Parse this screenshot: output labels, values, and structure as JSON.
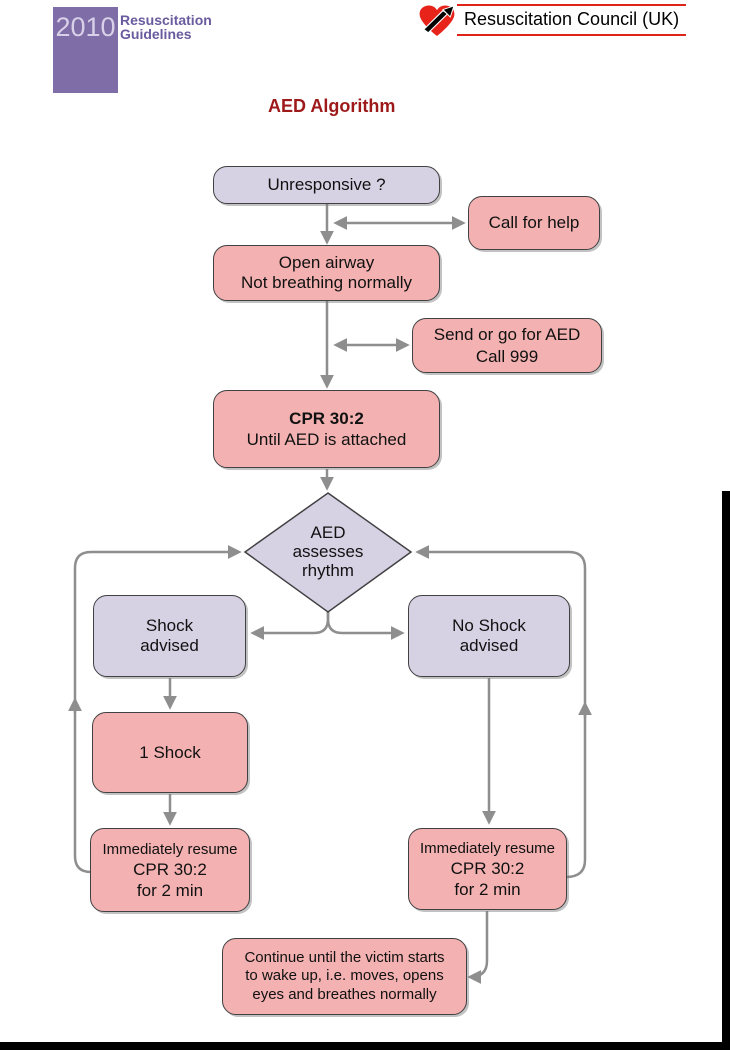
{
  "header": {
    "year": "2010",
    "guidelines_line1": "Resuscitation",
    "guidelines_line2": "Guidelines",
    "org_name": "Resuscitation Council (UK)"
  },
  "title": "AED Algorithm",
  "flowchart": {
    "unresponsive": "Unresponsive ?",
    "call_for_help": "Call for help",
    "open_airway_line1": "Open airway",
    "open_airway_line2": "Not breathing normally",
    "send_aed_line1": "Send or go for AED",
    "send_aed_line2": "Call 999",
    "cpr_line1": "CPR 30:2",
    "cpr_line2": "Until AED is attached",
    "assess_line1": "AED",
    "assess_line2": "assesses",
    "assess_line3": "rhythm",
    "shock_line1": "Shock",
    "shock_line2": "advised",
    "no_shock_line1": "No Shock",
    "no_shock_line2": "advised",
    "one_shock": "1 Shock",
    "resume_line1": "Immediately resume",
    "resume_line2": "CPR 30:2",
    "resume_line3": "for 2 min",
    "continue_line1": "Continue until the victim starts",
    "continue_line2": "to wake up, i.e. moves, opens",
    "continue_line3": "eyes and breathes normally"
  },
  "colors": {
    "header_purple": "#7e6da6",
    "guidelines_text_purple": "#6a5a9e",
    "title_red": "#9e1a1a",
    "logo_red": "#e8231a",
    "node_pink": "#f3b1b1",
    "node_lavender": "#d6d2e4",
    "arrow_gray": "#8e8e8e",
    "edge_bar_black": "#000000"
  }
}
